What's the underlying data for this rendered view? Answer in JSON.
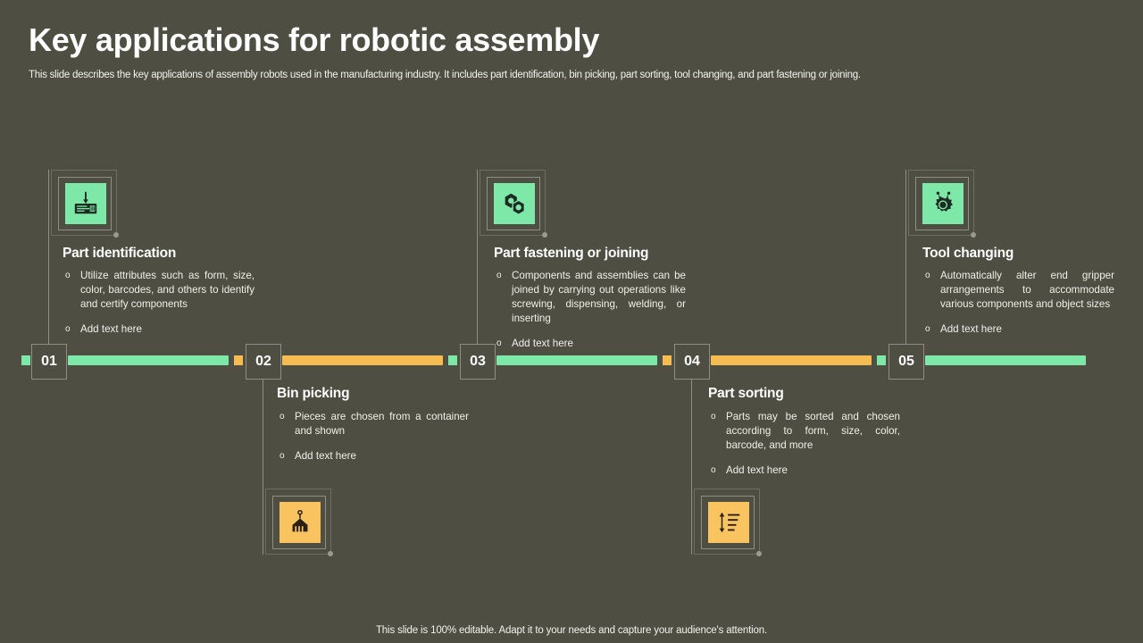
{
  "header": {
    "title": "Key applications for robotic assembly",
    "subtitle": "This slide describes the key applications of assembly robots used in the manufacturing industry. It includes part identification, bin picking, part sorting, tool changing, and part fastening or joining."
  },
  "footer": {
    "note": "This slide is 100% editable. Adapt it to your needs and capture your audience's attention."
  },
  "colors": {
    "background": "#4e4f42",
    "green": "#7ee8a8",
    "orange": "#f5bc52",
    "frame": "#8e8f84",
    "text": "#ffffff"
  },
  "steps": [
    {
      "number": "01",
      "title": "Part identification",
      "icon": "barcode-scanner-icon",
      "accent": "#7ee8a8",
      "position": "above",
      "bullets": [
        "Utilize attributes such as form, size, color, barcodes, and others to identify and certify components",
        "Add text here"
      ]
    },
    {
      "number": "02",
      "title": "Bin picking",
      "icon": "crane-claw-icon",
      "accent": "#f5bc52",
      "position": "below",
      "bullets": [
        "Pieces are chosen from a container and shown",
        "Add text here"
      ]
    },
    {
      "number": "03",
      "title": "Part fastening or joining",
      "icon": "hex-nuts-icon",
      "accent": "#7ee8a8",
      "position": "above",
      "bullets": [
        "Components and assemblies can be joined by carrying out operations like screwing, dispensing, welding, or inserting",
        "Add text here"
      ]
    },
    {
      "number": "04",
      "title": "Part sorting",
      "icon": "sort-list-icon",
      "accent": "#f5bc52",
      "position": "below",
      "bullets": [
        "Parts may be sorted and chosen according to form, size, color, barcode, and more",
        "Add text here"
      ]
    },
    {
      "number": "05",
      "title": "Tool changing",
      "icon": "gear-tools-icon",
      "accent": "#7ee8a8",
      "position": "above",
      "bullets": [
        "Automatically alter end gripper arrangements to accommodate various components and object sizes",
        "Add text here"
      ]
    }
  ],
  "bullet_marker": "o"
}
